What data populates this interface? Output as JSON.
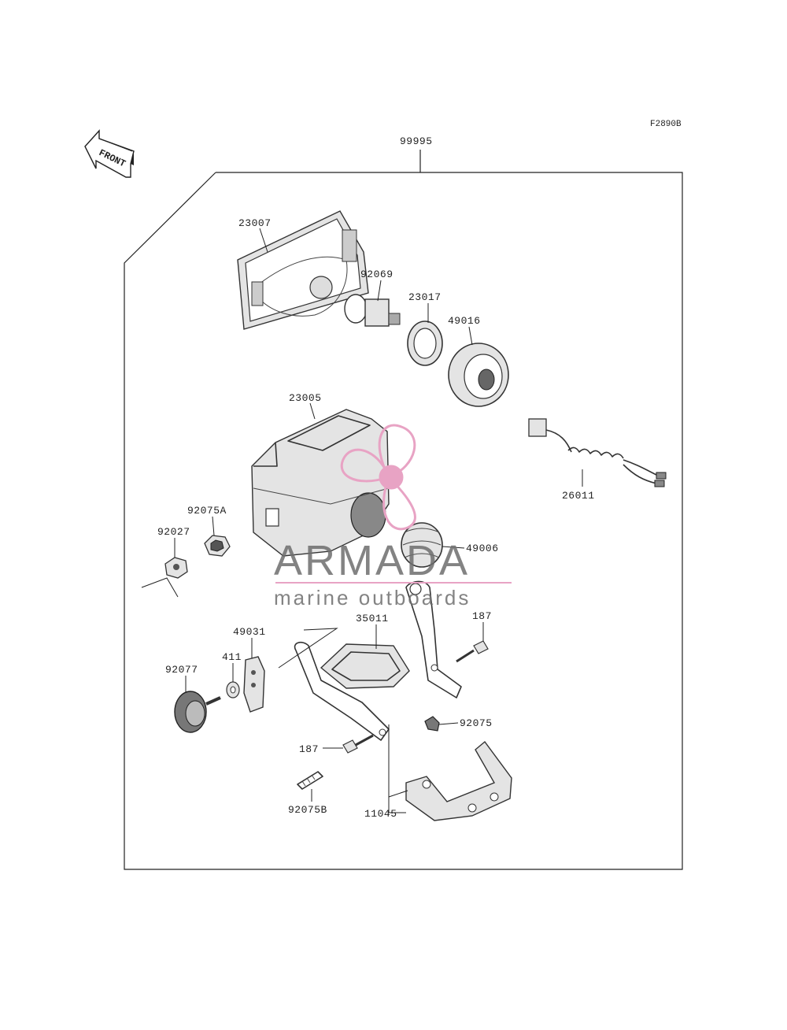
{
  "figure_code": "F2890B",
  "front_label": "FRONT",
  "assembly_label": "99995",
  "labels": {
    "p23007": "23007",
    "p92069": "92069",
    "p23017": "23017",
    "p49016": "49016",
    "p23005": "23005",
    "p26011": "26011",
    "p92075A": "92075A",
    "p92027": "92027",
    "p49006": "49006",
    "p35011": "35011",
    "p187a": "187",
    "p49031": "49031",
    "p411": "411",
    "p92077": "92077",
    "p92075": "92075",
    "p187b": "187",
    "p92075B": "92075B",
    "p11045": "11045"
  },
  "watermark": {
    "brand": "ARMADA",
    "tagline": "marine outboards",
    "accent_color": "#e8a3c4"
  }
}
